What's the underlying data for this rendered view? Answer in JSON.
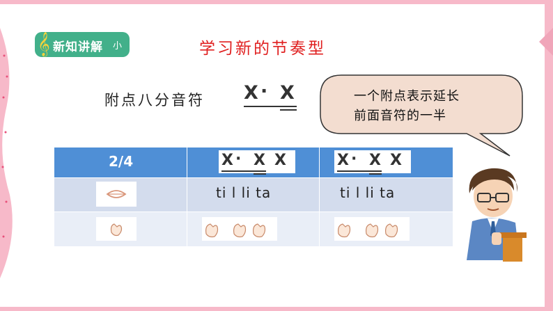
{
  "badge": {
    "text": "新知讲解",
    "suffix": "小"
  },
  "title": "学习新的节奏型",
  "dotted_note": {
    "label": "附点八分音符",
    "symbols": [
      "X",
      "·",
      "X"
    ]
  },
  "bubble": {
    "line1": "一个附点表示延长",
    "line2": "前面音符的一半"
  },
  "table": {
    "meter": "2/4",
    "rhythm_cells": [
      {
        "symbols": [
          "X",
          "·",
          "X",
          "X"
        ]
      },
      {
        "symbols": [
          "X",
          "·",
          "X",
          "X"
        ]
      }
    ],
    "syllables": [
      "ti l li ta",
      "ti l li ta"
    ],
    "row_icons": [
      "mouth-icon",
      "clap-icon"
    ]
  },
  "colors": {
    "badge": "#42b08a",
    "title": "#e02020",
    "header": "#4f8fd6",
    "row_light": "#d3dced",
    "row_lighter": "#e9eef7"
  }
}
